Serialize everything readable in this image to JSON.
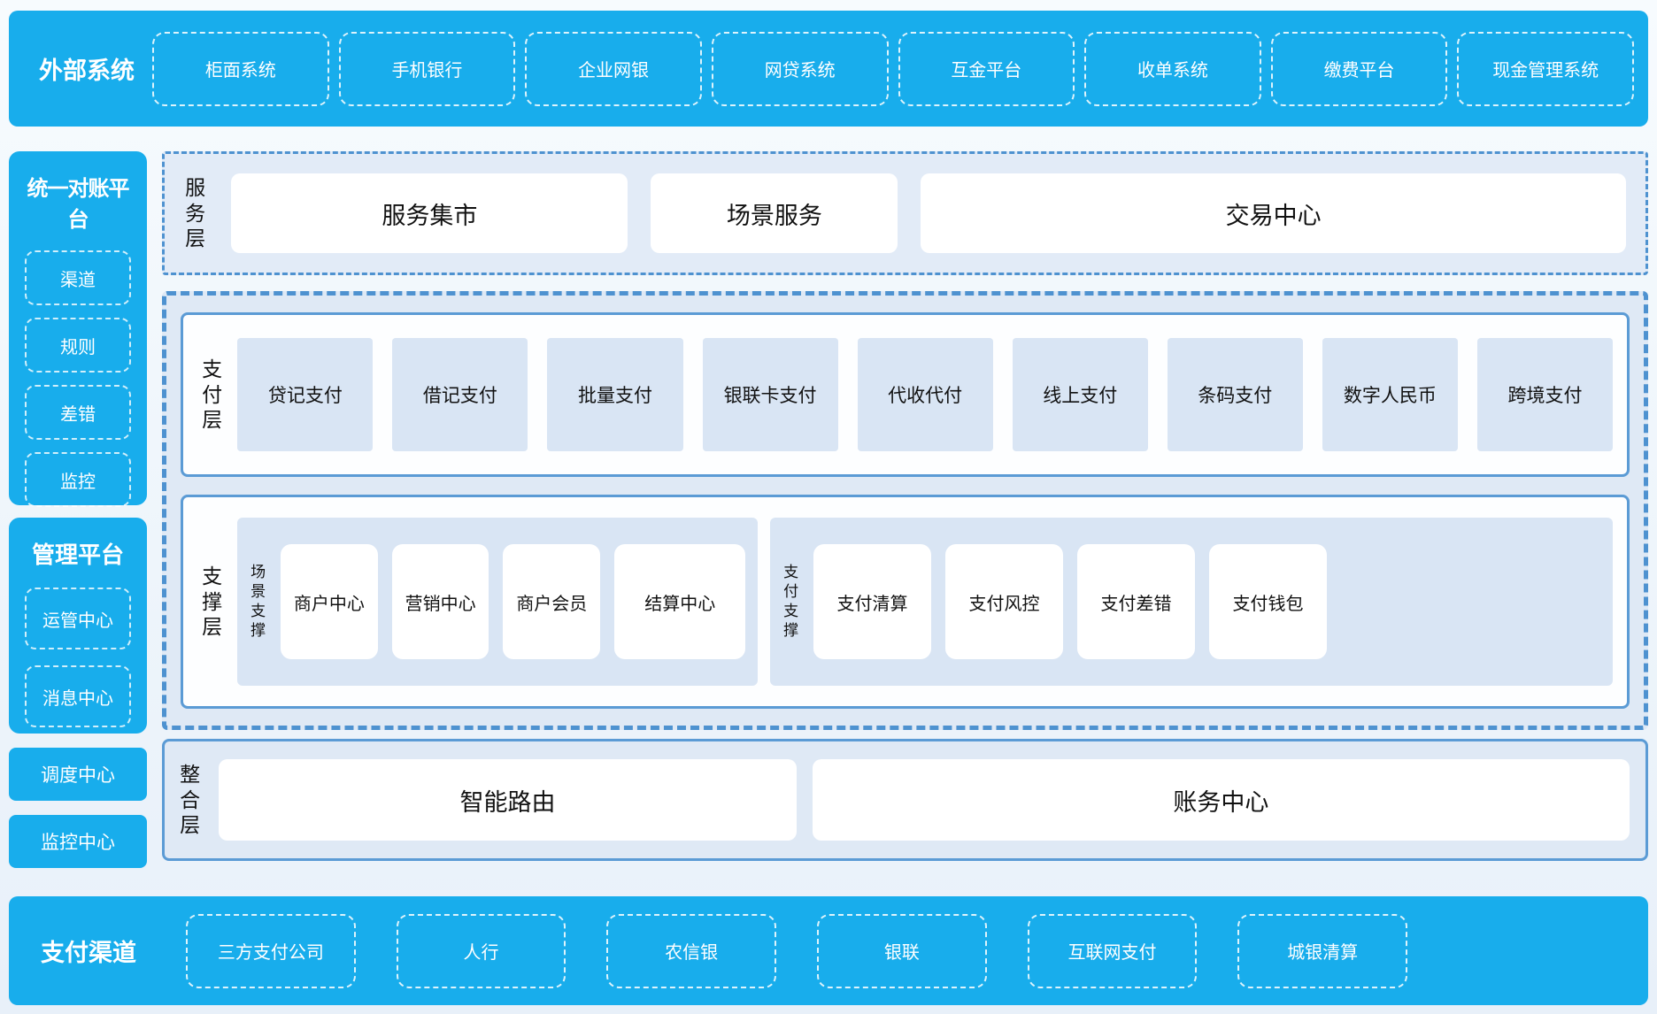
{
  "colors": {
    "bar_blue": "#18adec",
    "light_section_bg": "#e2ebf7",
    "container_bg": "#dfe9f5",
    "tile_bg": "#d9e5f4",
    "solid_border": "#5b9bd5",
    "dashed_border": "#4e92d0",
    "white_box": "#ffffff",
    "dark_text": "#161616",
    "white_text": "#ffffff"
  },
  "top_bar": {
    "title": "外部系统",
    "items": [
      "柜面系统",
      "手机银行",
      "企业网银",
      "网贷系统",
      "互金平台",
      "收单系统",
      "缴费平台",
      "现金管理系统"
    ]
  },
  "sidebar": {
    "recon_platform": {
      "title": "统一对账平台",
      "items": [
        "渠道",
        "规则",
        "差错",
        "监控"
      ]
    },
    "mgmt_platform": {
      "title": "管理平台",
      "items": [
        "运管中心",
        "消息中心"
      ]
    },
    "solo_items": [
      "调度中心",
      "监控中心"
    ]
  },
  "service_layer": {
    "label": "服务层",
    "items": [
      "服务集市",
      "场景服务",
      "交易中心"
    ]
  },
  "payment_layer": {
    "label": "支付层",
    "items": [
      "贷记支付",
      "借记支付",
      "批量支付",
      "银联卡支付",
      "代收代付",
      "线上支付",
      "条码支付",
      "数字人民币",
      "跨境支付"
    ]
  },
  "support_layer": {
    "label": "支撑层",
    "groups": [
      {
        "label": "场景支撑",
        "items": [
          "商户中心",
          "营销中心",
          "商户会员",
          "结算中心"
        ]
      },
      {
        "label": "支付支撑",
        "items": [
          "支付清算",
          "支付风控",
          "支付差错",
          "支付钱包"
        ]
      }
    ]
  },
  "integration_layer": {
    "label": "整合层",
    "items": [
      "智能路由",
      "账务中心"
    ]
  },
  "bottom_bar": {
    "title": "支付渠道",
    "items": [
      "三方支付公司",
      "人行",
      "农信银",
      "银联",
      "互联网支付",
      "城银清算"
    ]
  }
}
